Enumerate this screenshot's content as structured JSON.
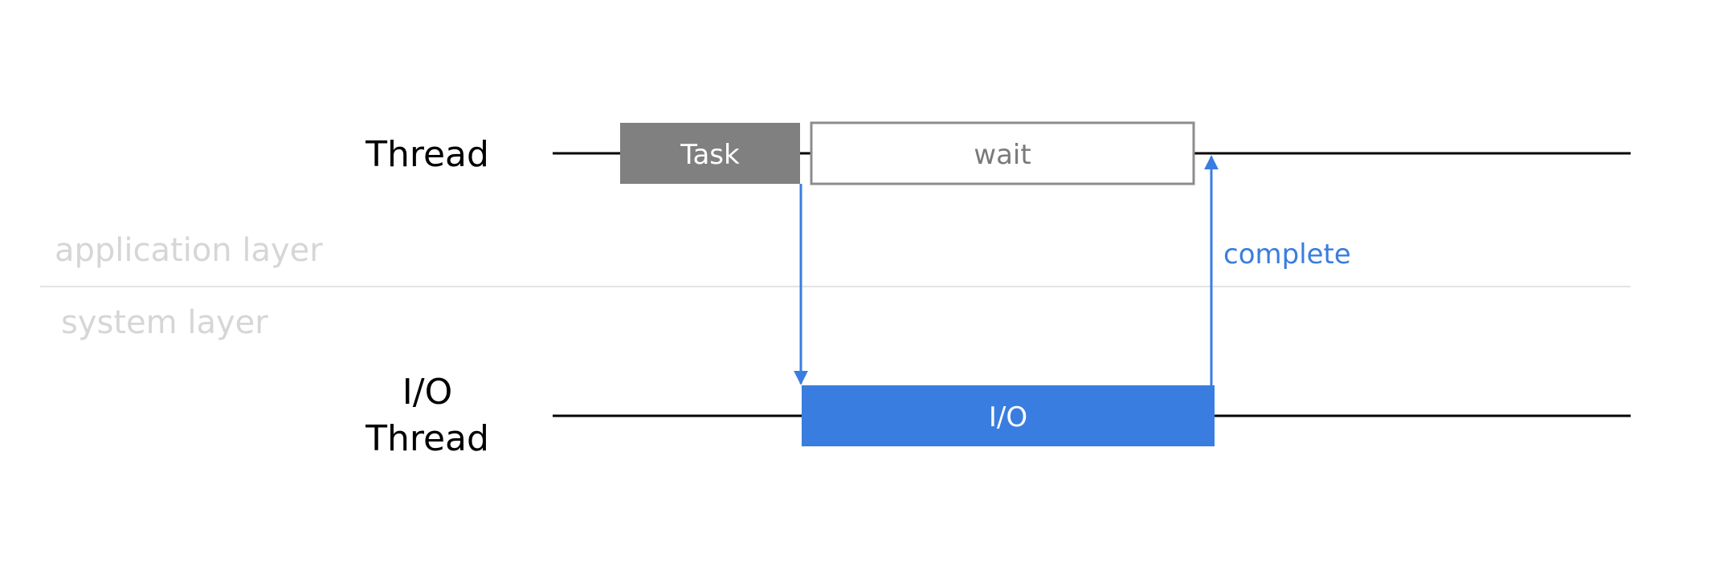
{
  "colors": {
    "background": "#ffffff",
    "timeline": "#000000",
    "layer_divider": "#e3e3e3",
    "layer_text": "#d6d6d6",
    "task_fill": "#808080",
    "task_text": "#ffffff",
    "wait_border": "#8c8c8c",
    "wait_text": "#7a7a7a",
    "io_fill": "#3a7de0",
    "io_text": "#ffffff",
    "arrow": "#3a7de0"
  },
  "lanes": {
    "thread": {
      "label": "Thread"
    },
    "io_thread": {
      "label_line1": "I/O",
      "label_line2": "Thread"
    }
  },
  "layers": {
    "application": "application layer",
    "system": "system layer"
  },
  "blocks": {
    "task": {
      "label": "Task"
    },
    "wait": {
      "label": "wait"
    },
    "io": {
      "label": "I/O"
    }
  },
  "edges": {
    "complete": {
      "label": "complete"
    }
  }
}
